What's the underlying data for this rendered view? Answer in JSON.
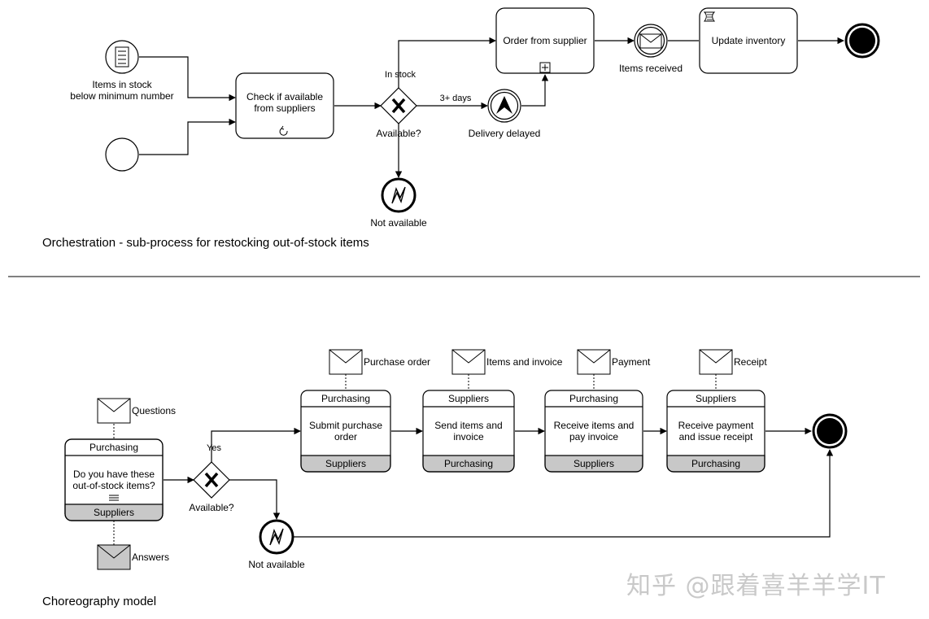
{
  "orchestration": {
    "caption": "Orchestration - sub-process for restocking out-of-stock items",
    "start_event_label": "Items in stock\nbelow minimum number",
    "task_check": "Check if available\nfrom suppliers",
    "gateway_label": "Available?",
    "flow_in_stock": "In stock",
    "flow_3_days": "3+ days",
    "task_order": "Order from supplier",
    "event_delivery_delayed": "Delivery delayed",
    "event_items_received": "Items received",
    "task_update": "Update inventory",
    "end_not_available": "Not available"
  },
  "choreography": {
    "caption": "Choreography model",
    "task1": {
      "top": "Purchasing",
      "name": "Do you have these\nout-of-stock items?",
      "bottom": "Suppliers"
    },
    "msg_questions": "Questions",
    "msg_answers": "Answers",
    "gateway_label": "Available?",
    "flow_yes": "Yes",
    "end_not_available": "Not available",
    "tasks": [
      {
        "top": "Purchasing",
        "name": "Submit purchase\norder",
        "bottom": "Suppliers",
        "message": "Purchase order"
      },
      {
        "top": "Suppliers",
        "name": "Send items and\ninvoice",
        "bottom": "Purchasing",
        "message": "Items and invoice"
      },
      {
        "top": "Purchasing",
        "name": "Receive items and\npay invoice",
        "bottom": "Suppliers",
        "message": "Payment"
      },
      {
        "top": "Suppliers",
        "name": "Receive payment\nand issue receipt",
        "bottom": "Purchasing",
        "message": "Receipt"
      }
    ]
  },
  "watermark": "知乎 @跟着喜羊羊学IT",
  "colors": {
    "line": "#000000",
    "band_fill": "#c8c8c8",
    "bg": "#ffffff"
  }
}
